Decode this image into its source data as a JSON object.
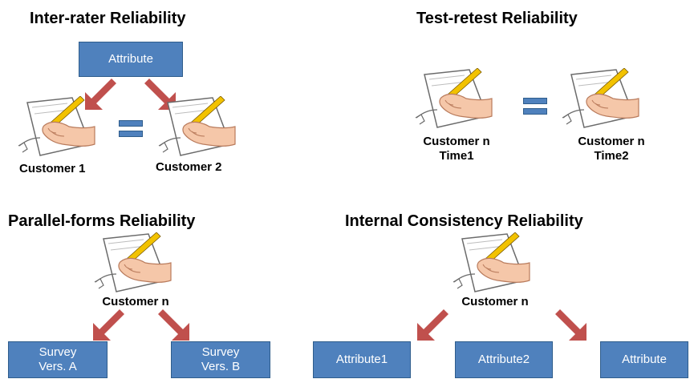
{
  "titles": {
    "inter_rater": "Inter-rater Reliability",
    "test_retest": "Test-retest Reliability",
    "parallel_forms": "Parallel-forms Reliability",
    "internal_consistency": "Internal Consistency Reliability"
  },
  "inter_rater": {
    "attribute_box": "Attribute",
    "customer_1": "Customer 1",
    "customer_2": "Customer 2"
  },
  "test_retest": {
    "left_customer": "Customer n",
    "left_time": "Time1",
    "right_customer": "Customer n",
    "right_time": "Time2"
  },
  "parallel_forms": {
    "customer": "Customer n",
    "box_a_line1": "Survey",
    "box_a_line2": "Vers. A",
    "box_b_line1": "Survey",
    "box_b_line2": "Vers. B"
  },
  "internal_consistency": {
    "customer": "Customer n",
    "box_1": "Attribute1",
    "box_2": "Attribute2",
    "box_3": "Attribute"
  },
  "colors": {
    "box_fill": "#4f81bd",
    "box_border": "#2f5d8c",
    "arrow": "#c0504d",
    "hand": "#f5c7a9",
    "pencil": "#f2c200"
  },
  "icons": [
    "writing-hand-icon",
    "down-arrow-icon",
    "equals-icon"
  ]
}
